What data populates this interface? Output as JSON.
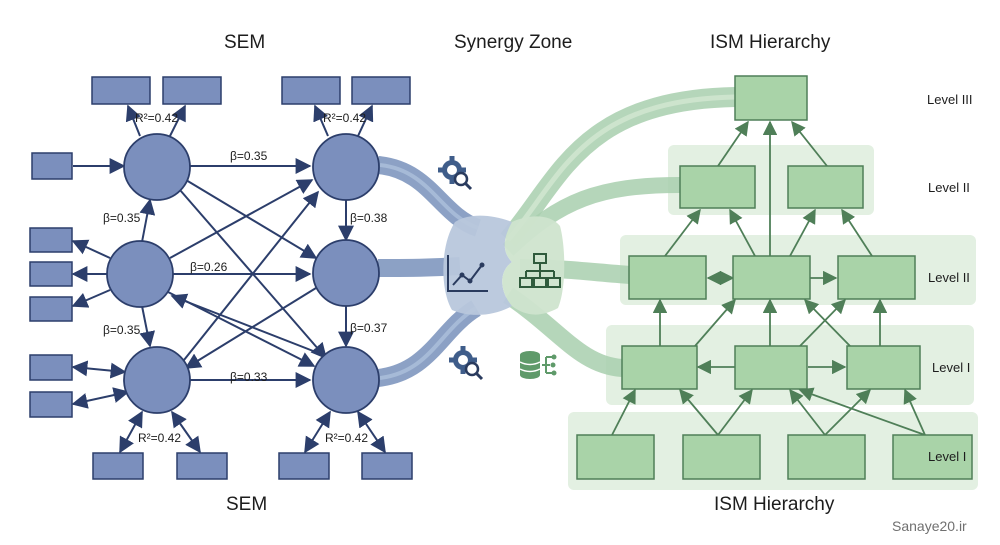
{
  "titles": {
    "sem_top": "SEM",
    "synergy": "Synergy Zone",
    "ism_top": "ISM Hierarchy",
    "sem_bottom": "SEM",
    "ism_bottom": "ISM Hierarchy"
  },
  "sem": {
    "r2_labels": [
      "R²=0.42",
      "R²=0.42",
      "R²=0.42",
      "R²=0.42"
    ],
    "beta_labels": [
      "β=0.35",
      "β=0.35",
      "β=0.26",
      "β=0.35",
      "β=0.33",
      "β=0.38",
      "β=0.37"
    ]
  },
  "ism": {
    "levels": [
      "Level III",
      "Level II",
      "Level II",
      "Level I",
      "Level I"
    ]
  },
  "icons": [
    "gear-magnifier-icon",
    "line-chart-icon",
    "org-chart-icon",
    "gear-magnifier-icon",
    "database-icon"
  ],
  "watermark": "Sanaye20.ir",
  "colors": {
    "sem_fill": "#7b8fbd",
    "sem_stroke": "#2c3e6b",
    "ism_fill": "#a9d3a8",
    "ism_stroke": "#4f7f58",
    "ism_band": "#e3f0e2",
    "flow_blue": "#8ba3c4",
    "flow_green": "#a8cfae"
  }
}
